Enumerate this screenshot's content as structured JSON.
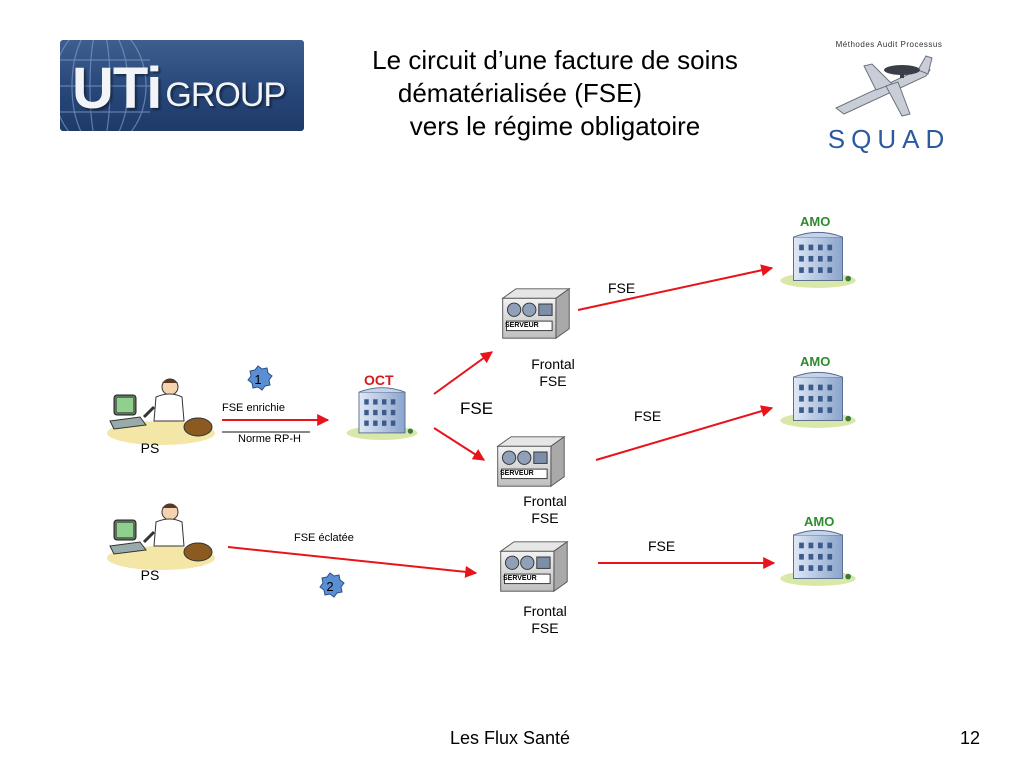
{
  "logos": {
    "left": {
      "main": "UTi",
      "suffix": "GROUP"
    },
    "right": {
      "caption": "Méthodes Audit Processus",
      "wordmark": "SQUAD"
    }
  },
  "title": {
    "lines": [
      "Le circuit d’une facture de soins",
      "dématérialisée (FSE)",
      "vers le régime obligatoire"
    ]
  },
  "diagram": {
    "ps_top": "PS",
    "ps_bottom": "PS",
    "step1": "1",
    "step2": "2",
    "fse_enrichie": "FSE enrichie",
    "norme": "Norme RP-H",
    "oct": "OCT",
    "fse_center": "FSE",
    "fse_eclatee": "FSE éclatée",
    "frontal_top": {
      "line1": "Frontal",
      "line2": "FSE"
    },
    "frontal_middle": {
      "line1": "Frontal",
      "line2": "FSE"
    },
    "frontal_bottom": {
      "line1": "Frontal",
      "line2": "FSE"
    },
    "serveur": "SERVEUR",
    "amo": "AMO",
    "fse_to_amo_top": "FSE",
    "fse_to_amo_middle": "FSE",
    "fse_to_amo_bottom": "FSE"
  },
  "colors": {
    "arrow": "#e8141b",
    "badge": "#5b8fd4",
    "amo_text": "#2e8b2e",
    "oct_text": "#d41a1a",
    "building": "#b8c8e4"
  },
  "footer": {
    "title": "Les Flux Santé",
    "page": "12"
  }
}
